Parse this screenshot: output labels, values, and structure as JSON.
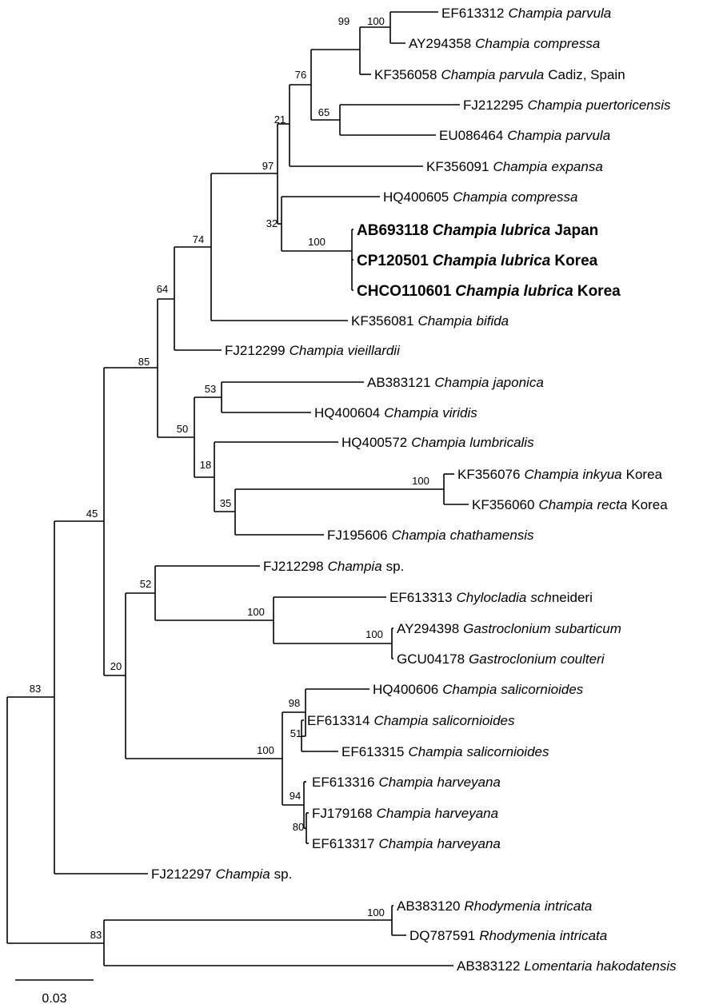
{
  "taxa": [
    {
      "key": "t1",
      "accession": "EF613312",
      "genus": "Champia",
      "epithet": "parvula",
      "suffix": "",
      "highlight": false
    },
    {
      "key": "t2",
      "accession": "AY294358",
      "genus": "Champia",
      "epithet": "compressa",
      "suffix": "",
      "highlight": false
    },
    {
      "key": "t3",
      "accession": "KF356058",
      "genus": "Champia",
      "epithet": "parvula",
      "suffix": "Cadiz, Spain",
      "highlight": false
    },
    {
      "key": "t4",
      "accession": "FJ212295",
      "genus": "Champia",
      "epithet": "puertoricensis",
      "suffix": "",
      "highlight": false
    },
    {
      "key": "t5",
      "accession": "EU086464",
      "genus": "Champia",
      "epithet": "parvula",
      "suffix": "",
      "highlight": false
    },
    {
      "key": "t6",
      "accession": "KF356091",
      "genus": "Champia",
      "epithet": "expansa",
      "suffix": "",
      "highlight": false
    },
    {
      "key": "t7",
      "accession": "HQ400605",
      "genus": "Champia",
      "epithet": "compressa",
      "suffix": "",
      "highlight": false
    },
    {
      "key": "t8",
      "accession": "AB693118",
      "genus": "Champia",
      "epithet": "lubrica",
      "suffix": "Japan",
      "highlight": true
    },
    {
      "key": "t9",
      "accession": "CP120501",
      "genus": "Champia",
      "epithet": "lubrica",
      "suffix": "Korea",
      "highlight": true
    },
    {
      "key": "t10",
      "accession": "CHCO110601",
      "genus": "Champia",
      "epithet": "lubrica",
      "suffix": "Korea",
      "highlight": true
    },
    {
      "key": "t11",
      "accession": "KF356081",
      "genus": "Champia",
      "epithet": "bifida",
      "suffix": "",
      "highlight": false
    },
    {
      "key": "t12",
      "accession": "FJ212299",
      "genus": "Champia",
      "epithet": "vieillardii",
      "suffix": "",
      "highlight": false
    },
    {
      "key": "t13",
      "accession": "AB383121",
      "genus": "Champia",
      "epithet": "japonica",
      "suffix": "",
      "highlight": false
    },
    {
      "key": "t14",
      "accession": "HQ400604",
      "genus": "Champia",
      "epithet": "viridis",
      "suffix": "",
      "highlight": false
    },
    {
      "key": "t15",
      "accession": "HQ400572",
      "genus": "Champia",
      "epithet": "lumbricalis",
      "suffix": "",
      "highlight": false
    },
    {
      "key": "t16",
      "accession": "KF356076",
      "genus": "Champia",
      "epithet": "inkyua",
      "suffix": "Korea",
      "highlight": false
    },
    {
      "key": "t17",
      "accession": "KF356060",
      "genus": "Champia",
      "epithet": "recta",
      "suffix": "Korea",
      "highlight": false
    },
    {
      "key": "t18",
      "accession": "FJ195606",
      "genus": "Champia",
      "epithet": "chathamensis",
      "suffix": "",
      "highlight": false
    },
    {
      "key": "t19",
      "accession": "FJ212298",
      "genus": "Champia",
      "epithet": "",
      "suffix": "sp.",
      "highlight": false
    },
    {
      "key": "t20",
      "accession": "EF613313",
      "genus": "Chylocladia",
      "epithet": "sch",
      "suffix": "neideri",
      "highlight": false
    },
    {
      "key": "t21",
      "accession": "AY294398",
      "genus": "Gastroclonium",
      "epithet": "subarticum",
      "suffix": "",
      "highlight": false
    },
    {
      "key": "t22",
      "accession": "GCU04178",
      "genus": "Gastroclonium",
      "epithet": "coulteri",
      "suffix": "",
      "highlight": false
    },
    {
      "key": "t23",
      "accession": "HQ400606",
      "genus": "Champia",
      "epithet": "salicornioides",
      "suffix": "",
      "highlight": false
    },
    {
      "key": "t24",
      "accession": "EF613314",
      "genus": "Champia",
      "epithet": "salicornioides",
      "suffix": "",
      "highlight": false
    },
    {
      "key": "t25",
      "accession": "EF613315",
      "genus": "Champia",
      "epithet": "salicornioides",
      "suffix": "",
      "highlight": false
    },
    {
      "key": "t26",
      "accession": "EF613316",
      "genus": "Champia",
      "epithet": "harveyana",
      "suffix": "",
      "highlight": false
    },
    {
      "key": "t27",
      "accession": "FJ179168",
      "genus": "Champia",
      "epithet": "harveyana",
      "suffix": "",
      "highlight": false
    },
    {
      "key": "t28",
      "accession": "EF613317",
      "genus": "Champia",
      "epithet": "harveyana",
      "suffix": "",
      "highlight": false
    },
    {
      "key": "t29",
      "accession": "FJ212297",
      "genus": "Champia",
      "epithet": "",
      "suffix": "sp.",
      "highlight": false
    },
    {
      "key": "t30",
      "accession": "AB383120",
      "genus": "Rhodymenia",
      "epithet": "intricata",
      "suffix": "",
      "highlight": false
    },
    {
      "key": "t31",
      "accession": "DQ787591",
      "genus": "Rhodymenia",
      "epithet": "intricata",
      "suffix": "",
      "highlight": false
    },
    {
      "key": "t32",
      "accession": "AB383122",
      "genus": "Lomentaria",
      "epithet": "hakodatensis",
      "suffix": "",
      "highlight": false
    }
  ],
  "supports": {
    "n_parvula_compressa": "100",
    "n_99": "99",
    "n_76": "76",
    "n_65": "65",
    "n_21": "21",
    "n_97": "97",
    "n_32": "32",
    "n_lubrica": "100",
    "n_74": "74",
    "n_64": "64",
    "n_85": "85",
    "n_53": "53",
    "n_50": "50",
    "n_18": "18",
    "n_35": "35",
    "n_inkyua_recta": "100",
    "n_45": "45",
    "n_52": "52",
    "n_chylocladia": "100",
    "n_gastroclonium": "100",
    "n_20": "20",
    "n_98": "98",
    "n_51": "51",
    "n_salicornia_harveyana": "100",
    "n_94": "94",
    "n_80": "80",
    "n_root_champia": "83",
    "n_rhodymenia": "100",
    "n_root_outgroup": "83"
  },
  "scale_bar": {
    "label": "0.03"
  }
}
